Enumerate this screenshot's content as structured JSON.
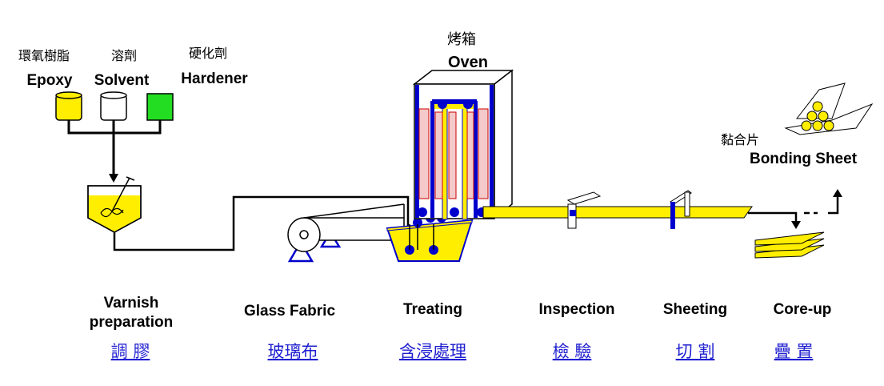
{
  "inputs": {
    "epoxy": {
      "zh": "環氧樹脂",
      "en": "Epoxy",
      "color": "#ffee00"
    },
    "solvent": {
      "zh": "溶劑",
      "en": "Solvent",
      "color": "#ffffff"
    },
    "hardener": {
      "zh": "硬化劑",
      "en": "Hardener",
      "color": "#22dd22"
    }
  },
  "oven": {
    "zh": "烤箱",
    "en": "Oven"
  },
  "product": {
    "zh": "黏合片",
    "en": "Bonding Sheet"
  },
  "stages": [
    {
      "en_line1": "Varnish",
      "en_line2": "preparation",
      "zh": "調 膠"
    },
    {
      "en_line1": "Glass Fabric",
      "zh": "玻璃布"
    },
    {
      "en_line1": "Treating",
      "zh": "含浸處理"
    },
    {
      "en_line1": "Inspection",
      "zh": "檢 驗"
    },
    {
      "en_line1": "Sheeting",
      "zh": "切 割"
    },
    {
      "en_line1": "Core-up",
      "zh": "疊 置"
    }
  ],
  "colors": {
    "resin_yellow": "#ffee00",
    "frame_blue": "#0000cc",
    "heater_red": "#cc0000",
    "link_blue": "#1f1fd0"
  }
}
